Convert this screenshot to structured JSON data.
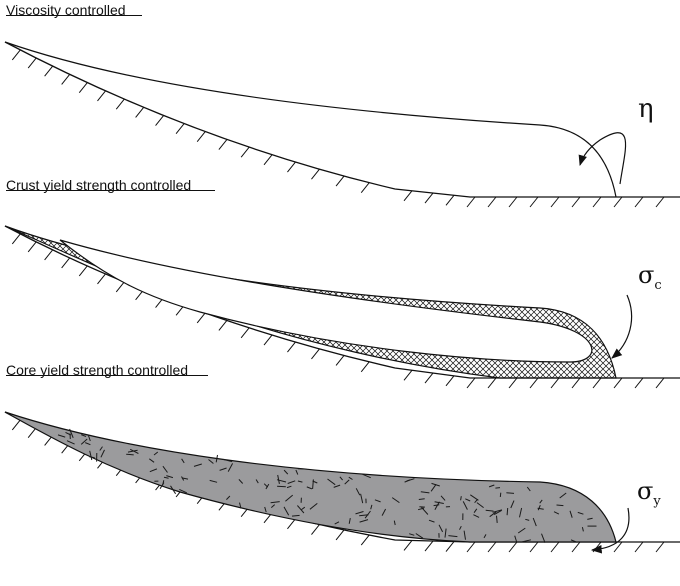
{
  "panels": [
    {
      "title": "Viscosity controlled",
      "symbol": "η",
      "subscript": ""
    },
    {
      "title": "Crust yield strength controlled",
      "symbol": "σ",
      "subscript": "c"
    },
    {
      "title": "Core yield strength controlled",
      "symbol": "σ",
      "subscript": "y"
    }
  ],
  "colors": {
    "line": "#111111",
    "core_fill": "#9b9b9d",
    "crust_hatch": "#111111"
  }
}
